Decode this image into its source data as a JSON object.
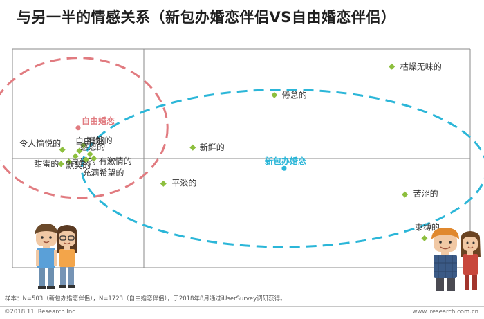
{
  "title": "与另一半的情感关系（新包办婚恋伴侣VS自由婚恋伴侣）",
  "footnote": "样本：N=503（新包办婚恋伴侣），N=1723（自由婚恋伴侣），于2018年8月通过iUserSurvey调研获得。",
  "copyright": "©2018.11 iResearch Inc",
  "website": "www.iresearch.com.cn",
  "colors": {
    "point": "#8dbf3e",
    "free_cluster": "#e17b80",
    "arranged_cluster": "#2bb6d8",
    "axis": "#8a8a8a"
  },
  "chart_data": {
    "type": "scatter",
    "xlim": [
      -1,
      1
    ],
    "ylim": [
      -1,
      1
    ],
    "legend": "none",
    "clusters": [
      {
        "name": "自由婚恋",
        "center": [
          -0.5,
          0.28
        ],
        "radius": [
          0.68,
          0.64
        ],
        "color": "#e17b80"
      },
      {
        "name": "新包办婚恋",
        "center": [
          0.43,
          -0.09
        ],
        "radius": [
          0.62,
          0.72
        ],
        "color": "#2bb6d8"
      }
    ],
    "points": [
      {
        "label": "枯燥无味的",
        "x": 0.76,
        "y": 0.84
      },
      {
        "label": "倦怠的",
        "x": 0.4,
        "y": 0.58
      },
      {
        "label": "新鲜的",
        "x": 0.15,
        "y": 0.1
      },
      {
        "label": "平淡的",
        "x": 0.06,
        "y": -0.23
      },
      {
        "label": "苦涩的",
        "x": 0.8,
        "y": -0.33
      },
      {
        "label": "束缚的",
        "x": 0.86,
        "y": -0.73
      },
      {
        "label": "令人愉悦的",
        "x": -0.62,
        "y": 0.08
      },
      {
        "label": "自由的",
        "x": -0.49,
        "y": 0.07
      },
      {
        "label": "有趣的",
        "x": -0.46,
        "y": 0.12
      },
      {
        "label": "感恩的",
        "x": -0.41,
        "y": 0.04
      },
      {
        "label": "甜蜜的",
        "x": -0.63,
        "y": -0.05
      },
      {
        "label": "享受的",
        "x": -0.57,
        "y": -0.03
      },
      {
        "label": "默契的",
        "x": -0.52,
        "y": 0.02
      },
      {
        "label": "有激情的",
        "x": -0.38,
        "y": 0.0
      },
      {
        "label": "充满希望的",
        "x": -0.44,
        "y": -0.01
      }
    ]
  }
}
